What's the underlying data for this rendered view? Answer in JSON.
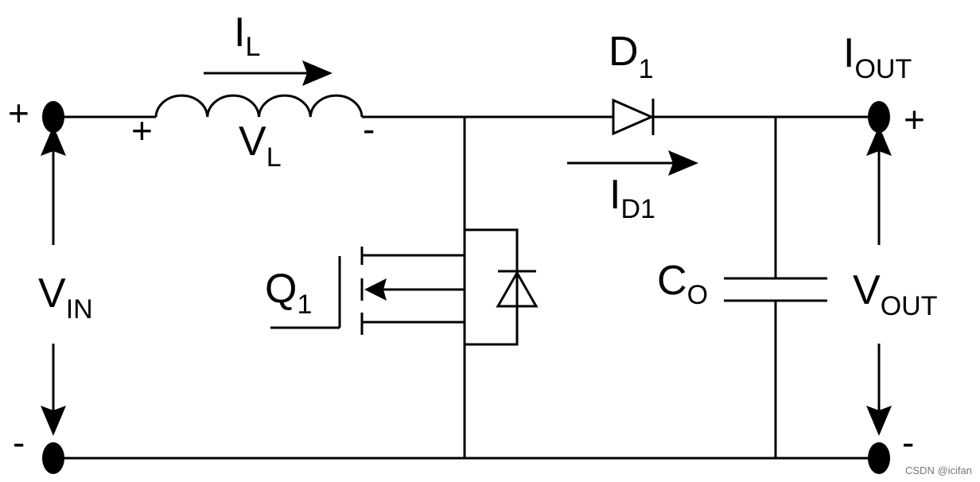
{
  "labels": {
    "il": {
      "main": "I",
      "sub": "L"
    },
    "vl": {
      "main": "V",
      "sub": "L"
    },
    "vl_plus": "+",
    "vl_minus": "-",
    "d1": {
      "main": "D",
      "sub": "1"
    },
    "id1": {
      "main": "I",
      "sub": "D1"
    },
    "iout": {
      "main": "I",
      "sub": "OUT"
    },
    "vin": {
      "main": "V",
      "sub": "IN"
    },
    "vout": {
      "main": "V",
      "sub": "OUT"
    },
    "q1": {
      "main": "Q",
      "sub": "1"
    },
    "co": {
      "main": "C",
      "sub": "O"
    },
    "vin_plus": "+",
    "vin_minus": "-",
    "vout_plus": "+",
    "vout_minus": "-"
  },
  "watermark": "CSDN @icifan"
}
